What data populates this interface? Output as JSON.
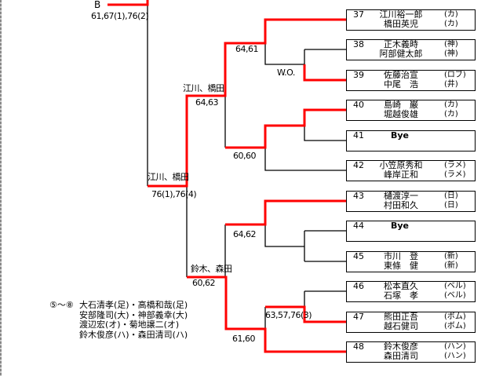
{
  "colors": {
    "winner_line": "#ff0000",
    "line": "#000000"
  },
  "top": {
    "label": "B",
    "score": "61,67(1),76(2)"
  },
  "scores": {
    "r3_top": "64,61",
    "r3_wo": "W.O.",
    "r2_top_winner": "江川、橋田",
    "r2_top_score": "64,63",
    "r3_mid": "60,60",
    "semi_winner": "江川、橋田",
    "semi_score": "76(1),76(4)",
    "r3_low": "64,62",
    "r2_bot_winner": "鈴木、森田",
    "r2_bot_score": "60,62",
    "r3_bot": "63,57,76(3)",
    "r3_last": "61,60"
  },
  "entries": [
    {
      "num": "37",
      "p1": "江川裕一郎",
      "a1": "(カ)",
      "p2": "橋田英児",
      "a2": "(カ)"
    },
    {
      "num": "38",
      "p1": "正木義時",
      "a1": "(神)",
      "p2": "阿部健太郎",
      "a2": "(神)"
    },
    {
      "num": "39",
      "p1": "佐藤治宣",
      "a1": "(ロブ)",
      "p2": "中尾　浩",
      "a2": "(井)"
    },
    {
      "num": "40",
      "p1": "島崎　巌",
      "a1": "(カ)",
      "p2": "堀越俊雄",
      "a2": "(カ)"
    },
    {
      "num": "41",
      "bye": "Bye"
    },
    {
      "num": "42",
      "p1": "小笠原秀和",
      "a1": "(ラメ)",
      "p2": "峰岸正和",
      "a2": "(ラメ)"
    },
    {
      "num": "43",
      "p1": "樋渡淳一",
      "a1": "(日)",
      "p2": "村田和久",
      "a2": "(日)"
    },
    {
      "num": "44",
      "bye": "Bye"
    },
    {
      "num": "45",
      "p1": "市川　登",
      "a1": "(新)",
      "p2": "東條　健",
      "a2": "(新)"
    },
    {
      "num": "46",
      "p1": "松本直久",
      "a1": "(ベル)",
      "p2": "石塚　孝",
      "a2": "(ベル)"
    },
    {
      "num": "47",
      "p1": "熊田正吾",
      "a1": "(ボム)",
      "p2": "越石健司",
      "a2": "(ボム)"
    },
    {
      "num": "48",
      "p1": "鈴木俊彦",
      "a1": "(ハン)",
      "p2": "森田清司",
      "a2": "(ハン)"
    }
  ],
  "note": {
    "key": "⑤～⑧",
    "lines": [
      "大石清孝(足)・高橋和哉(足)",
      "安部隆司(大)・神部義幸(大)",
      "渡辺宏(オ)・菊地譲二(オ)",
      "鈴木俊彦(ハ)・森田清司(ハ)"
    ]
  }
}
